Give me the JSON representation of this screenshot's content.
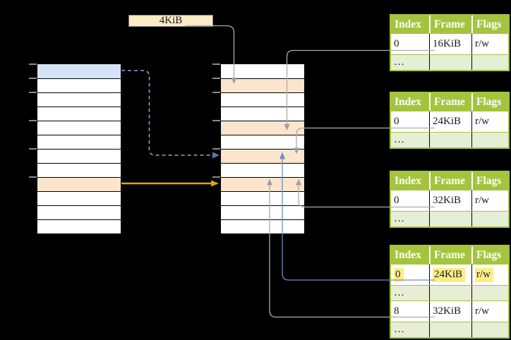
{
  "colors": {
    "bg": "#000000",
    "green": "#a5c43e",
    "green-light": "#e7eed6",
    "orange-cell": "#fce5cd",
    "blue-cell": "#d5e3f6",
    "beige": "#fcecc5",
    "yellow-hl": "#fcee87",
    "gray-line": "#ababab",
    "gray-head": "#9aa0a8",
    "blue-line": "#6c8ebf",
    "blue-dash": "#8fa9d4",
    "blue-dash-head": "#5577b5",
    "orange-line": "#e0a010",
    "tick": "#8a8a8a",
    "cell-border": "#000000",
    "text": "#1a1a1a"
  },
  "page_size_label": "4KiB",
  "memory_columns": {
    "left": {
      "rows": [
        "blue",
        "white",
        "white",
        "white",
        "white",
        "white",
        "white",
        "white",
        "orange",
        "white",
        "white",
        "white"
      ],
      "ticks": [
        90,
        110,
        130,
        170,
        210,
        250
      ]
    },
    "middle": {
      "rows": [
        "white",
        "orange",
        "white",
        "white",
        "orange",
        "white",
        "orange",
        "white",
        "orange",
        "white",
        "white",
        "white"
      ],
      "ticks": [
        90,
        110,
        130,
        170,
        210,
        250
      ]
    }
  },
  "tables": [
    {
      "header": [
        "Index",
        "Frame",
        "Flags"
      ],
      "rows": [
        {
          "type": "data",
          "cells": [
            "0",
            "16KiB",
            "r/w"
          ]
        },
        {
          "type": "dots",
          "cells": [
            "…",
            "",
            ""
          ]
        }
      ]
    },
    {
      "header": [
        "Index",
        "Frame",
        "Flags"
      ],
      "rows": [
        {
          "type": "data",
          "cells": [
            "0",
            "24KiB",
            "r/w"
          ]
        },
        {
          "type": "dots",
          "cells": [
            "…",
            "",
            ""
          ]
        }
      ]
    },
    {
      "header": [
        "Index",
        "Frame",
        "Flags"
      ],
      "rows": [
        {
          "type": "data",
          "cells": [
            "0",
            "32KiB",
            "r/w"
          ]
        },
        {
          "type": "dots",
          "cells": [
            "…",
            "",
            ""
          ]
        }
      ]
    },
    {
      "header": [
        "Index",
        "Frame",
        "Flags"
      ],
      "rows": [
        {
          "type": "data",
          "highlight": true,
          "cells": [
            "0",
            "24KiB",
            "r/w"
          ]
        },
        {
          "type": "dots",
          "cells": [
            "…",
            "",
            ""
          ]
        },
        {
          "type": "data",
          "cells": [
            "8",
            "32KiB",
            "r/w"
          ]
        },
        {
          "type": "dots",
          "cells": [
            "…",
            "",
            ""
          ]
        }
      ]
    }
  ]
}
